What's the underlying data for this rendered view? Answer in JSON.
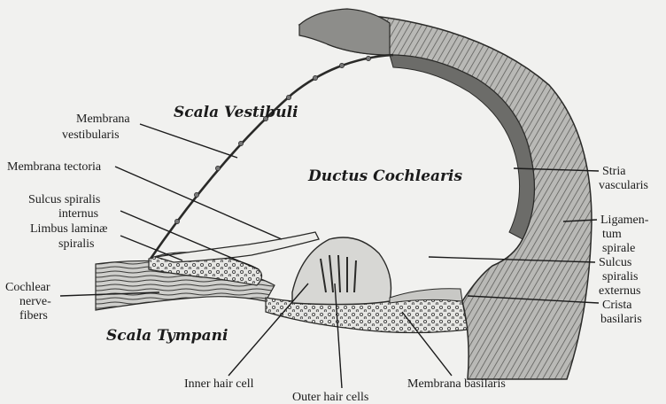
{
  "region_labels": {
    "scala_vestibuli": "Scala Vestibuli",
    "ductus_cochlearis": "Ductus Cochlearis",
    "scala_tympani": "Scala Tympani"
  },
  "left_labels": {
    "membrana_vestibularis": [
      "Membrana",
      "vestibularis"
    ],
    "membrana_tectoria": [
      "Membrana tectoria"
    ],
    "sulcus_spiralis_internus": [
      "Sulcus spiralis",
      "internus"
    ],
    "limbus_laminae_spiralis": [
      "Limbus laminæ",
      "spiralis"
    ],
    "cochlear_nerve_fibers": [
      "Cochlear",
      "nerve-",
      "fibers"
    ]
  },
  "right_labels": {
    "stria_vascularis": [
      "Stria",
      "vascularis"
    ],
    "ligamentum_spirale": [
      "Ligamen-",
      "tum",
      "spirale"
    ],
    "sulcus_spiralis_externus": [
      "Sulcus",
      "spiralis",
      "externus"
    ],
    "crista_basilaris": [
      "Crista",
      "basilaris"
    ]
  },
  "bottom_labels": {
    "inner_hair_cell": "Inner hair cell",
    "outer_hair_cells": "Outer hair cells",
    "membrana_basilaris": "Membrana basilaris"
  }
}
